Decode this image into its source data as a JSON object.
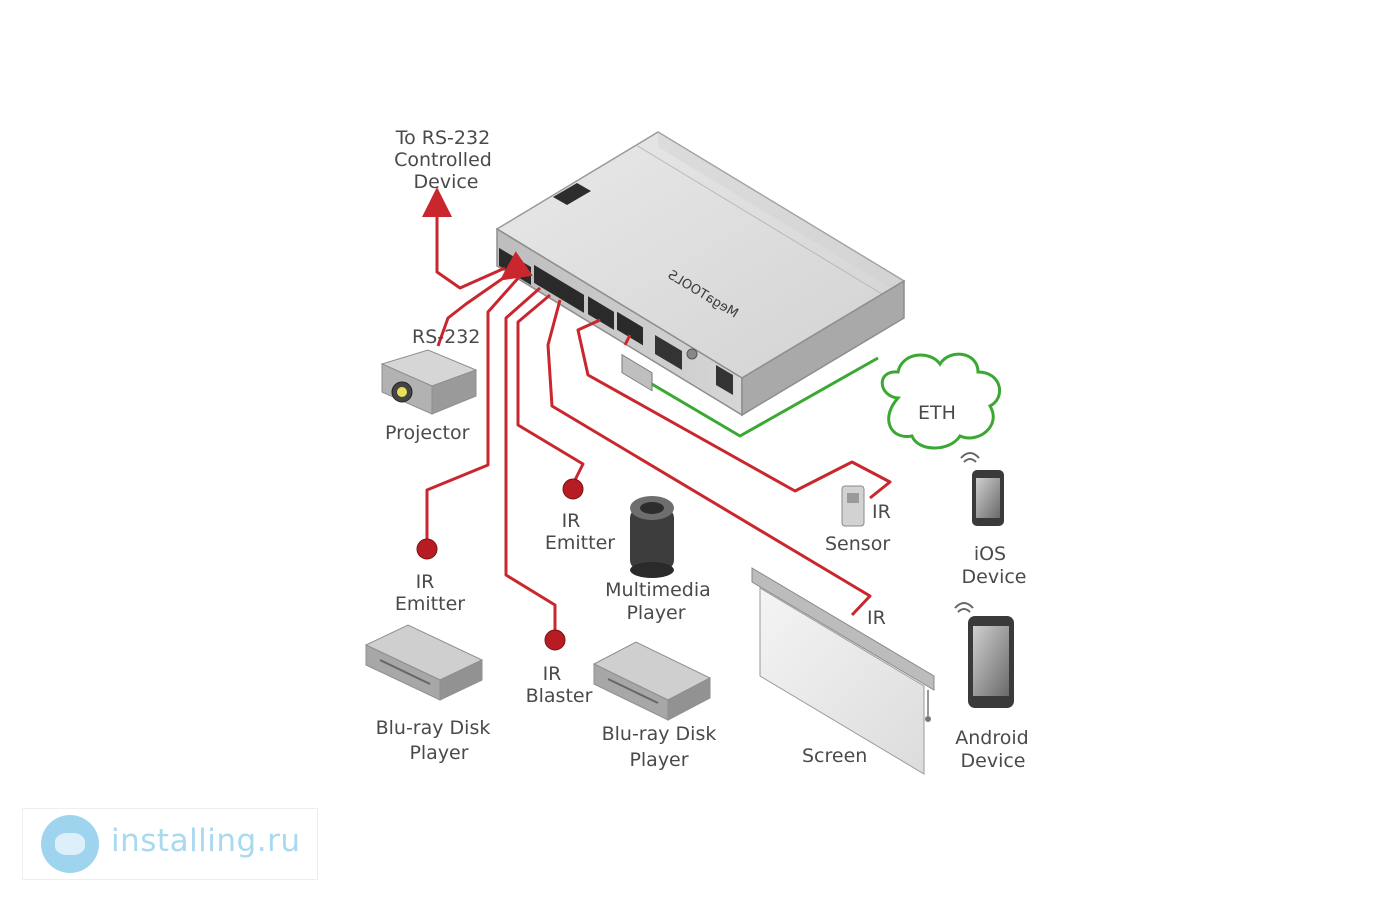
{
  "labels": {
    "rs232_target": [
      "To RS-232",
      "Controlled",
      "Device"
    ],
    "rs232_port": "RS-232",
    "projector": "Projector",
    "ir_emitter_left": [
      "IR",
      "Emitter"
    ],
    "ir_emitter_center": [
      "IR",
      "Emitter"
    ],
    "ir_blaster": [
      "IR",
      "Blaster"
    ],
    "multimedia_player": [
      "Multimedia",
      "Player"
    ],
    "bluray_left": [
      "Blu-ray Disk",
      "Player"
    ],
    "bluray_center": [
      "Blu-ray Disk",
      "Player"
    ],
    "sensor": "Sensor",
    "sensor_ir": "IR",
    "screen": "Screen",
    "screen_ir": "IR",
    "eth": "ETH",
    "ios_device": [
      "iOS",
      "Device"
    ],
    "android_device": [
      "Android",
      "Device"
    ]
  },
  "device_brand": "MegaTOOLS",
  "watermark": {
    "text": "installing.ru"
  },
  "colors": {
    "control_cable": "#c9272d",
    "ethernet_cable": "#3aa832",
    "watermark": "#a9d9ef"
  }
}
